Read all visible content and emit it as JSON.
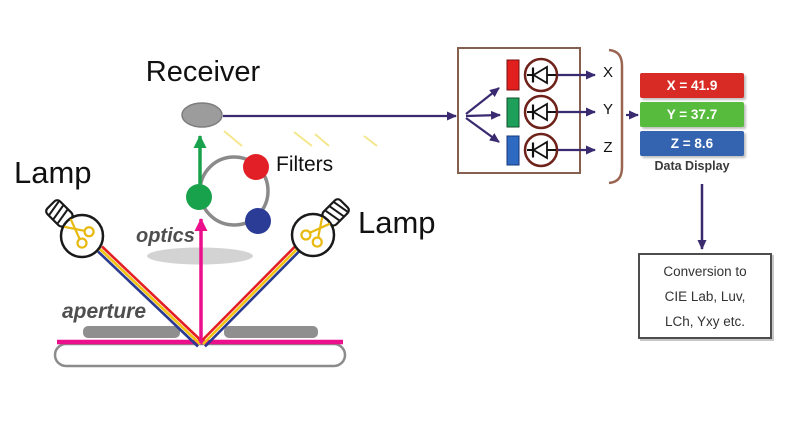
{
  "figure": {
    "optical_path": {
      "receiver_label": "Receiver",
      "lamp_left_label": "Lamp",
      "lamp_right_label": "Lamp",
      "filters_label": "Filters",
      "optics_label": "optics",
      "aperture_label": "aperture"
    },
    "detector": {
      "outputs": [
        "X",
        "Y",
        "Z"
      ],
      "filter_colors": [
        "#e11f1f",
        "#1fa05a",
        "#2e6ac1"
      ]
    },
    "display": {
      "rows": [
        {
          "label": "X = 41.9",
          "color": "#d92b26"
        },
        {
          "label": "Y = 37.7",
          "color": "#57bb3e"
        },
        {
          "label": "Z = 8.6",
          "color": "#3463b0"
        }
      ],
      "caption": "Data Display"
    },
    "conversion": {
      "line1": "Conversion to",
      "line2": "CIE Lab, Luv,",
      "line3": "LCh, Yxy etc."
    },
    "colors": {
      "arrow_purple": "#3a2a70",
      "magenta": "#ec0f8c",
      "green": "#17a24b",
      "beam_red": "#e31e24",
      "beam_yellow": "#f2c211",
      "beam_navy": "#2b3990",
      "filter_dot_red": "#e21f26",
      "filter_dot_green": "#17a24b",
      "filter_dot_blue": "#2b3c96",
      "detector_box_border": "#86604e",
      "aperture_gray": "#8f8f8f",
      "receiver_gray": "#9c9c9c"
    },
    "icons": {
      "lamp": "light-bulb-icon",
      "sensor": "photodiode-icon",
      "lens": "lens-icon",
      "filter_wheel": "filter-wheel-icon",
      "receiver": "receiver-ellipse-icon"
    }
  }
}
